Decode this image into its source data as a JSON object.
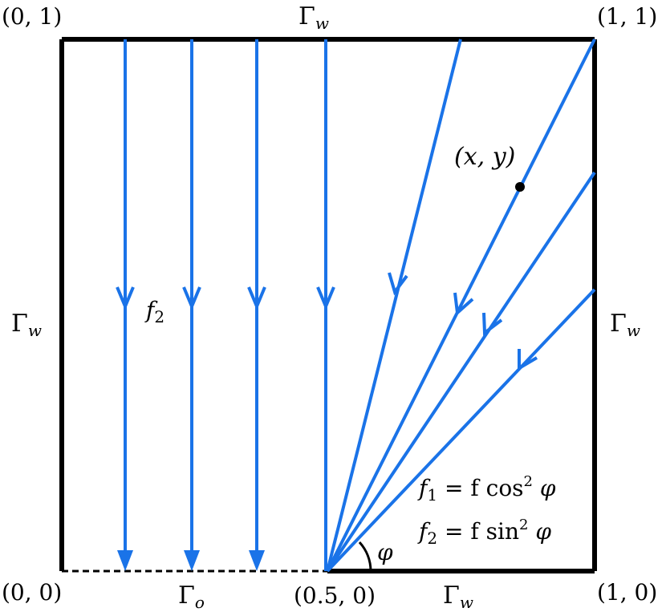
{
  "colors": {
    "flow": "#1a73e8",
    "boundary": "#000000",
    "background": "#ffffff"
  },
  "corners": {
    "top_left": "(0, 1)",
    "top_right": "(1, 1)",
    "bottom_left": "(0, 0)",
    "bottom_right": "(1, 0)",
    "bottom_mid": "(0.5, 0)"
  },
  "boundaries": {
    "top": "Γ",
    "top_sub": "w",
    "left": "Γ",
    "left_sub": "w",
    "right": "Γ",
    "right_sub": "w",
    "bottom_right": "Γ",
    "bottom_right_sub": "w",
    "bottom_left": "Γ",
    "bottom_left_sub": "o"
  },
  "labels": {
    "point": "(x, y)",
    "f2_base": "f",
    "f2_sub": "2",
    "angle": "φ"
  },
  "equations": {
    "eq1_lhs_base": "f",
    "eq1_lhs_sub": "1",
    "eq1_rhs": " = f cos",
    "eq1_sup": "2",
    "eq1_tail": " φ",
    "eq2_lhs_base": "f",
    "eq2_lhs_sub": "2",
    "eq2_rhs": " = f sin",
    "eq2_sup": "2",
    "eq2_tail": " φ"
  }
}
